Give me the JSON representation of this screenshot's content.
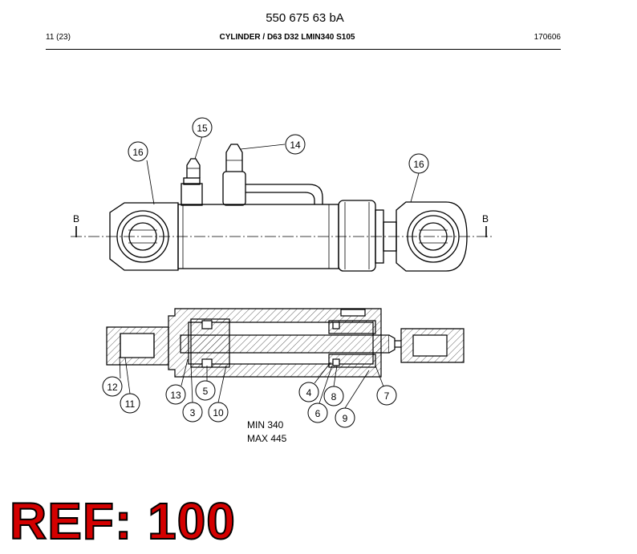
{
  "header": {
    "doc_number": "550 675 63 bA",
    "page": "11 (23)",
    "title": "CYLINDER / D63 D32 LMIN340 S105",
    "date_code": "170606"
  },
  "section_markers": {
    "left": "B",
    "right": "B"
  },
  "callouts": {
    "c16a": "16",
    "c15": "15",
    "c14": "14",
    "c16b": "16",
    "c12": "12",
    "c11": "11",
    "c13": "13",
    "c3": "3",
    "c5": "5",
    "c10": "10",
    "c4": "4",
    "c6": "6",
    "c8": "8",
    "c9": "9",
    "c7": "7"
  },
  "stroke": {
    "min": "MIN 340",
    "max": "MAX 445"
  },
  "ref_label": "REF: 100",
  "colors": {
    "ref_red": "#d40000",
    "line": "#000000"
  }
}
